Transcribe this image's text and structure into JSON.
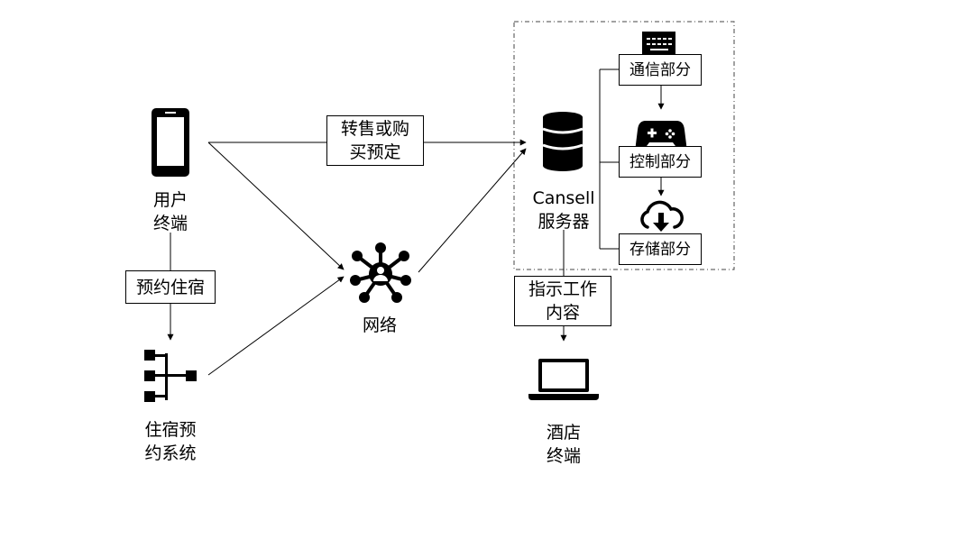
{
  "nodes": {
    "user_terminal": [
      "用户",
      "终端"
    ],
    "booking_system": [
      "住宿预",
      "约系统"
    ],
    "network": "网络",
    "server": [
      "Cansell",
      "服务器"
    ],
    "hotel_terminal": [
      "酒店",
      "终端"
    ]
  },
  "edges": {
    "resale": [
      "转售或购",
      "买预定"
    ],
    "reserve": "预约住宿",
    "instruction": [
      "指示工作",
      "内容"
    ]
  },
  "server_parts": {
    "communication": "通信部分",
    "control": "控制部分",
    "storage": "存储部分"
  },
  "icons": [
    "smartphone-icon",
    "hierarchy-icon",
    "network-hub-icon",
    "database-icon",
    "keyboard-icon",
    "gamepad-icon",
    "cloud-download-icon",
    "laptop-icon"
  ]
}
